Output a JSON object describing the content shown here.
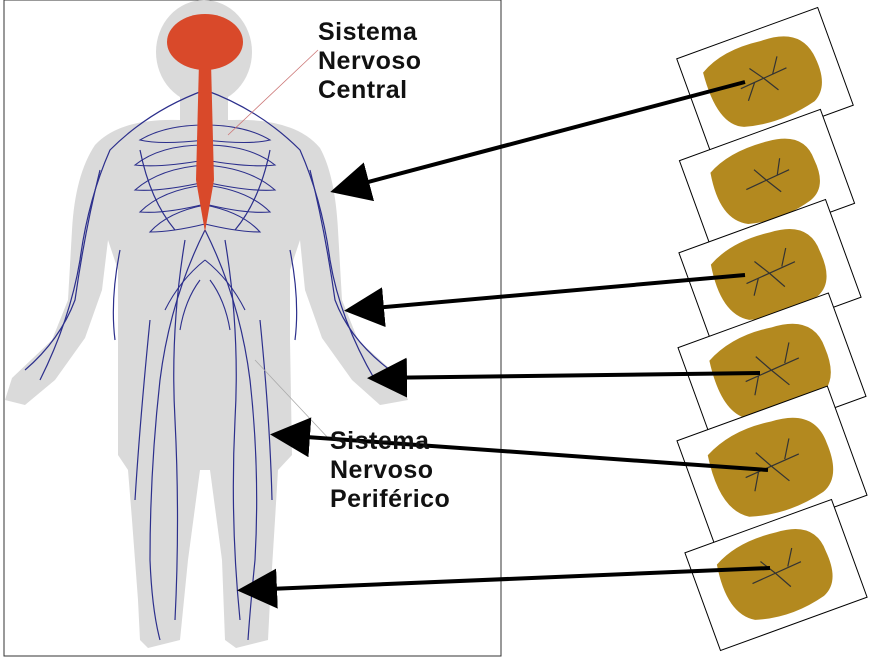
{
  "labels": {
    "central": [
      "Sistema",
      "Nervoso",
      "Central"
    ],
    "peripheral": [
      "Sistema",
      "Nervoso",
      "Periférico"
    ]
  },
  "colors": {
    "body_silhouette": "#dadada",
    "central_nervous_system": "#d9492a",
    "nerves": "#2c2f8c",
    "neuron_cell": "#b3891f",
    "arrow": "#000000",
    "text": "#111111"
  },
  "icons": {
    "neuron_slide": "neuron-slide-icon",
    "arrow": "arrow-icon"
  },
  "neuron_slide_count": 6
}
